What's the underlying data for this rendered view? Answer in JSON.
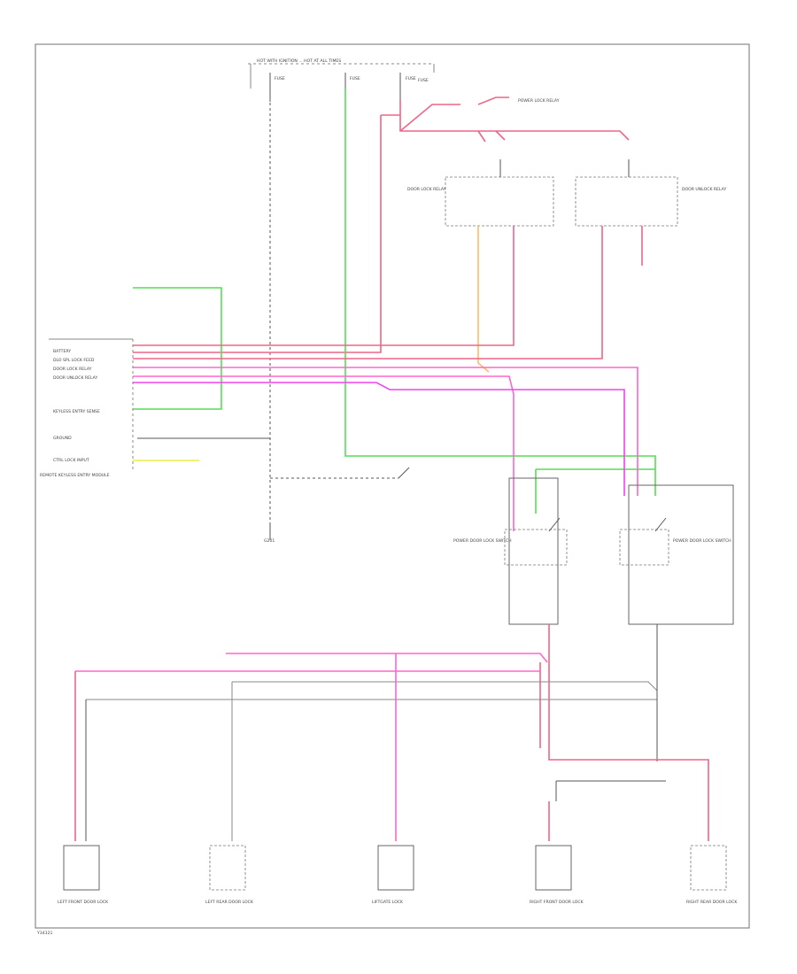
{
  "diagram": {
    "type": "wiring-schematic",
    "colors": {
      "battery_feed": "#ee6688",
      "ignition": "#55dd55",
      "lock_signal": "#ff66cc",
      "unlock_signal": "#ee44ee",
      "aux": "#ffbb66",
      "ground": "#555555"
    },
    "footer_code": "Y34321"
  },
  "fuse_block": {
    "label": "HOT WITH IGNITION ... HOT AT ALL TIMES"
  },
  "left_labels": {
    "unit_lines": [
      "BATTERY",
      "DLO SPL LOCK FEED",
      "DOOR LOCK RELAY",
      "DOOR UNLOCK RELAY"
    ],
    "delay_line": "KEYLESS ENTRY SENSE",
    "ground_line": "GROUND",
    "ctrl_line": "CTRL LOCK INPUT",
    "module_caption": "REMOTE KEYLESS ENTRY MODULE"
  },
  "top_labels": {
    "fuse": "FUSE",
    "relay": "POWER LOCK RELAY"
  },
  "relays": {
    "left_caption": "DOOR LOCK RELAY",
    "right_caption": "DOOR UNLOCK RELAY"
  },
  "switches": {
    "left_caption": "POWER DOOR LOCK SWITCH",
    "right_caption": "POWER DOOR LOCK SWITCH"
  },
  "ground": {
    "label": "G201"
  },
  "actuators": [
    {
      "label": "LEFT FRONT DOOR LOCK"
    },
    {
      "label": "LEFT REAR DOOR LOCK"
    },
    {
      "label": "LIFTGATE LOCK"
    },
    {
      "label": "RIGHT FRONT DOOR LOCK"
    },
    {
      "label": "RIGHT REAR DOOR LOCK"
    }
  ]
}
